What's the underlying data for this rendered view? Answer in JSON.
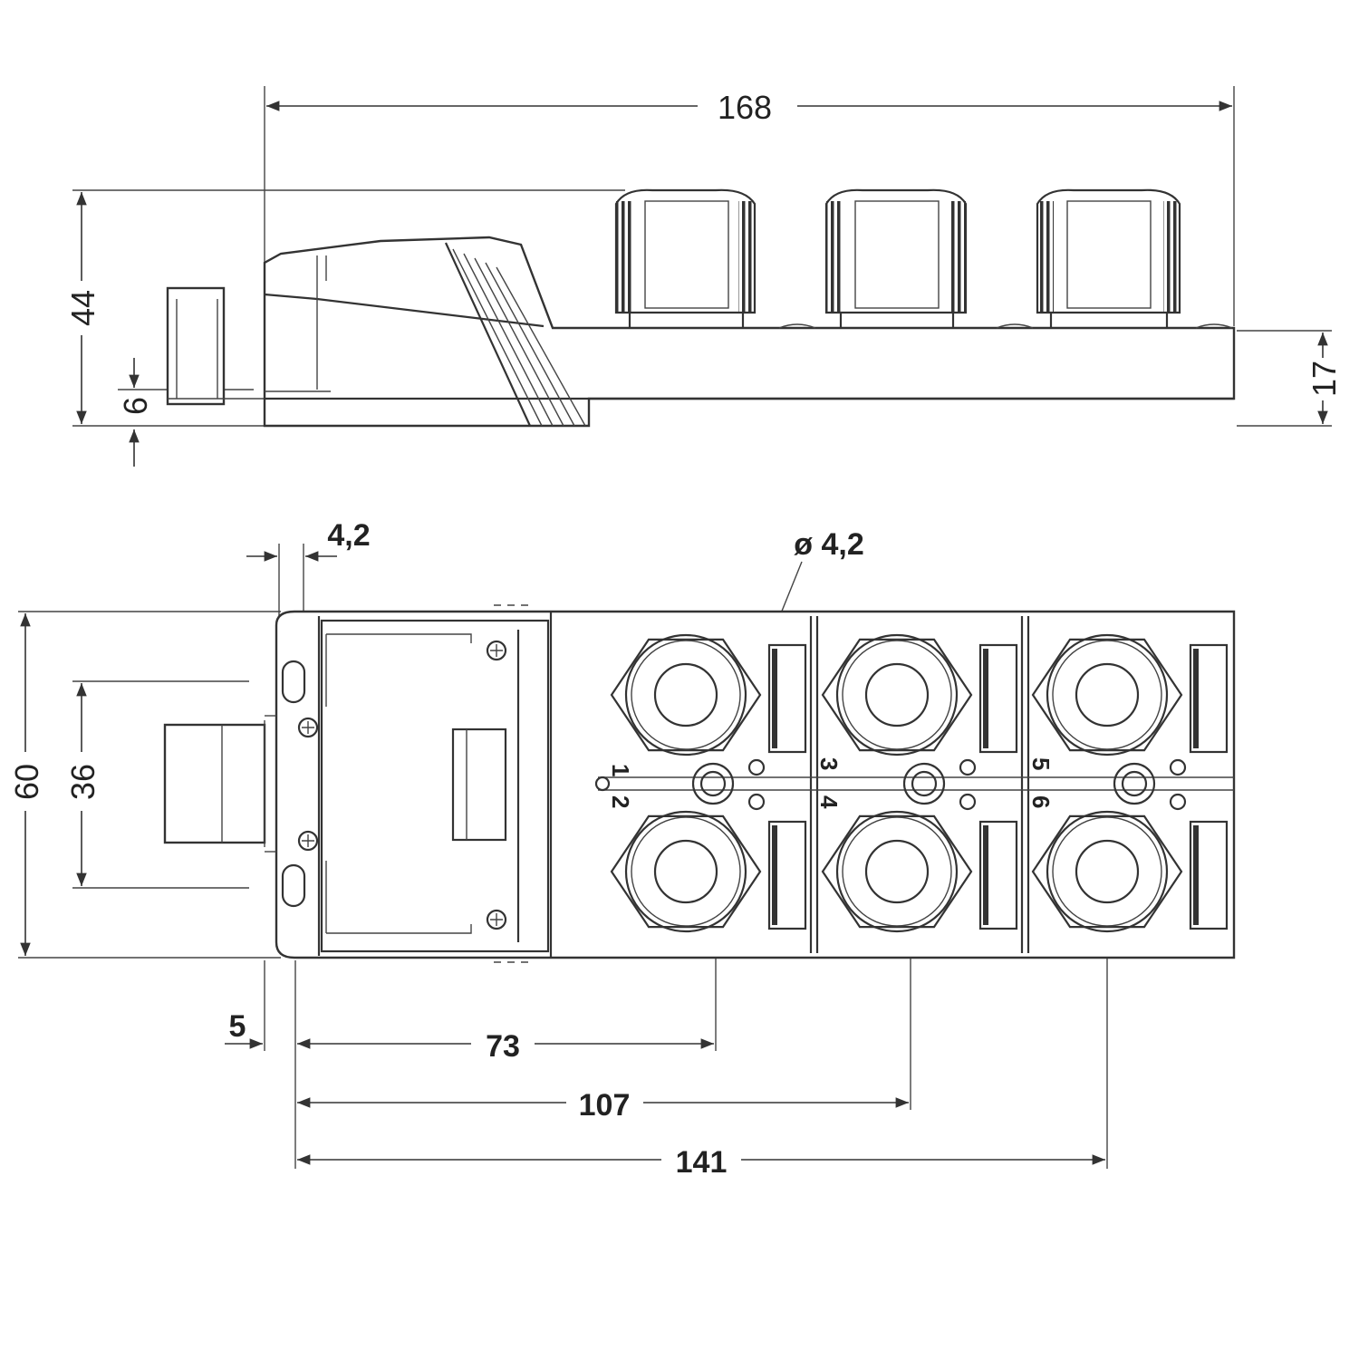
{
  "side_view": {
    "overall_length": "168",
    "overall_height": "44",
    "base_height": "17",
    "connector_offset": "6"
  },
  "top_view": {
    "mount_hole_width": "4,2",
    "mount_hole_diameter": "ø 4,2",
    "overall_width": "60",
    "mount_spacing": "36",
    "edge_offset": "5",
    "port_distance_1": "73",
    "port_distance_2": "107",
    "port_distance_3": "141",
    "port_numbers": [
      "1",
      "2",
      "3",
      "4",
      "5",
      "6"
    ]
  }
}
